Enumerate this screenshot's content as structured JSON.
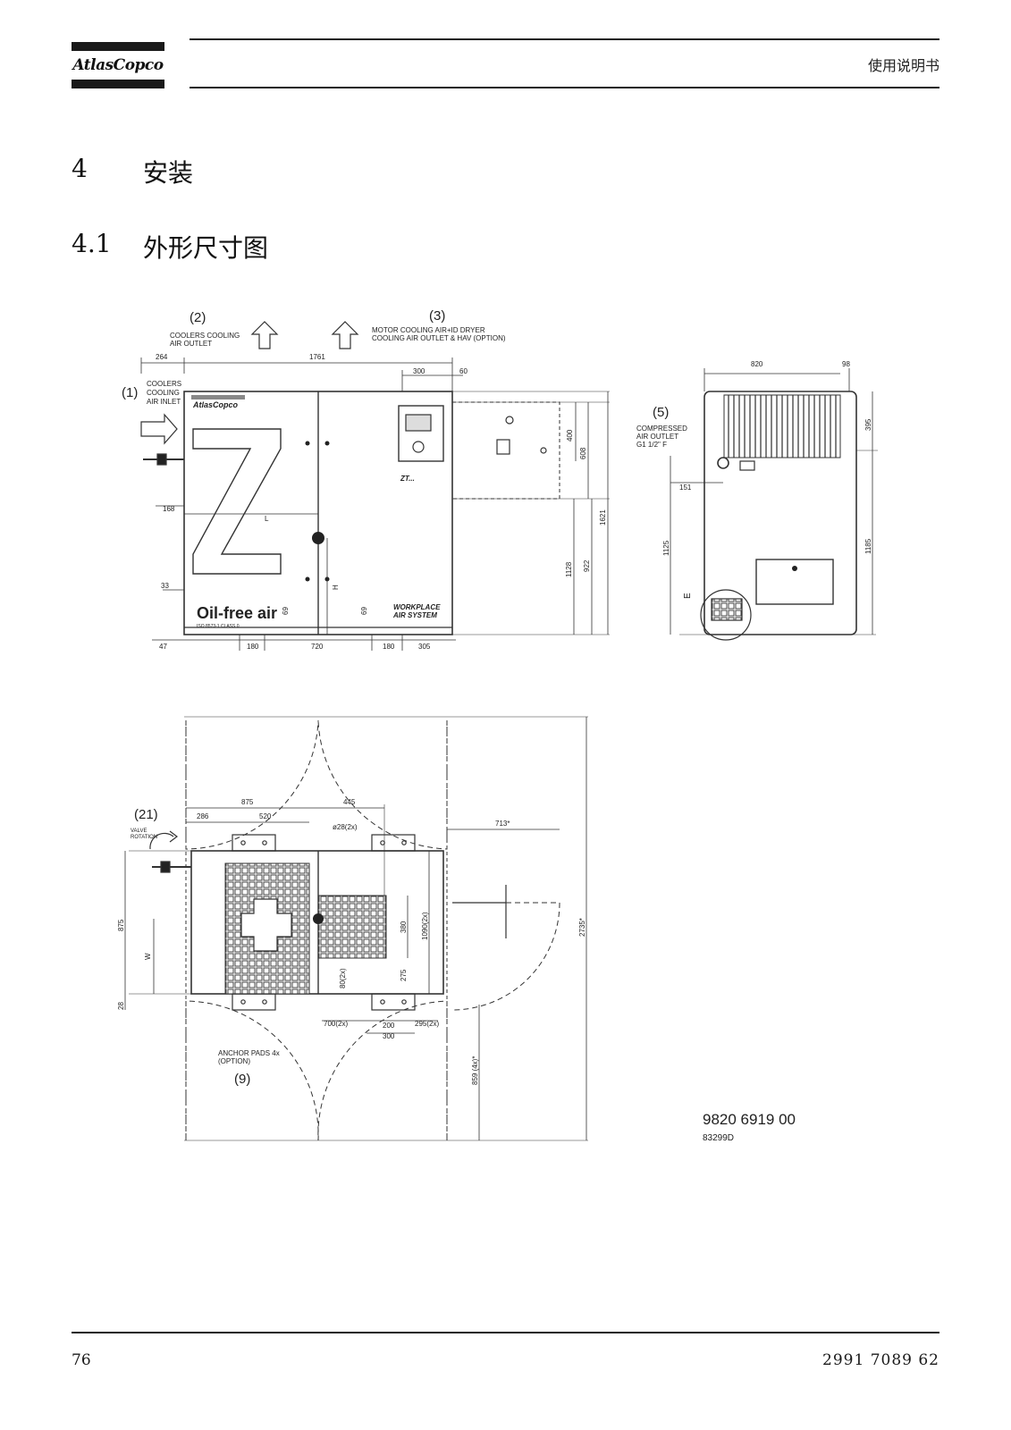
{
  "header": {
    "logo_text": "AtlasCopco",
    "title": "使用说明书"
  },
  "section": {
    "number": "4",
    "title": "安装"
  },
  "subsection": {
    "number": "4.1",
    "title": "外形尺寸图"
  },
  "drawing": {
    "front_view": {
      "callout_1": "(1)",
      "callout_1_text": [
        "COOLERS",
        "COOLING",
        "AIR INLET"
      ],
      "callout_2": "(2)",
      "callout_2_text": [
        "COOLERS COOLING",
        "AIR OUTLET"
      ],
      "callout_3": "(3)",
      "callout_3_text": [
        "MOTOR COOLING AIR+ID DRYER",
        "COOLING AIR OUTLET & HAV (OPTION)"
      ],
      "brand_on_panel": "AtlasCopco",
      "model_label": "ZT...",
      "oil_free_label": "Oil-free air",
      "iso_label": "ISO 8573-1 CLASS 0",
      "workplace_label": [
        "WORKPLACE",
        "AIR SYSTEM"
      ],
      "dims": {
        "d264": "264",
        "d1761": "1761",
        "d300": "300",
        "d60": "60",
        "d168": "168",
        "d33": "33",
        "d47": "47",
        "d180a": "180",
        "d720": "720",
        "d180b": "180",
        "d305": "305",
        "d400": "400",
        "d608": "608",
        "d1128": "1128",
        "d922": "922",
        "d1621": "1621",
        "d69a": "69",
        "d69b": "69",
        "L": "L",
        "H": "H"
      }
    },
    "side_view": {
      "callout_5": "(5)",
      "callout_5_text": [
        "COMPRESSED",
        "AIR OUTLET",
        "G1 1/2\" F"
      ],
      "dims": {
        "d820": "820",
        "d98": "98",
        "d395": "395",
        "d151": "151",
        "d1125": "1125",
        "d1185": "1185",
        "E": "E"
      }
    },
    "top_view": {
      "callout_21": "(21)",
      "callout_21_text": [
        "VALVE",
        "ROTATION"
      ],
      "callout_9": "(9)",
      "callout_9_text": [
        "ANCHOR PADS 4x",
        "(OPTION)"
      ],
      "dims": {
        "d875a": "875",
        "d445": "445",
        "d286": "286",
        "d520": "520",
        "d28x2": "ø28(2x)",
        "d713": "713*",
        "d875b": "875",
        "W": "W",
        "d28": "28",
        "d380": "380",
        "d1090": "1090(2x)",
        "d275": "275",
        "d80": "80(2x)",
        "d700": "700(2x)",
        "d200": "200",
        "d295": "295(2x)",
        "d300b": "300",
        "d2735": "2735*",
        "d859": "859 (4x)*"
      }
    },
    "drawing_number": "9820 6919 00",
    "drawing_code": "83299D"
  },
  "footer": {
    "page_number": "76",
    "document_number": "2991 7089 62"
  }
}
